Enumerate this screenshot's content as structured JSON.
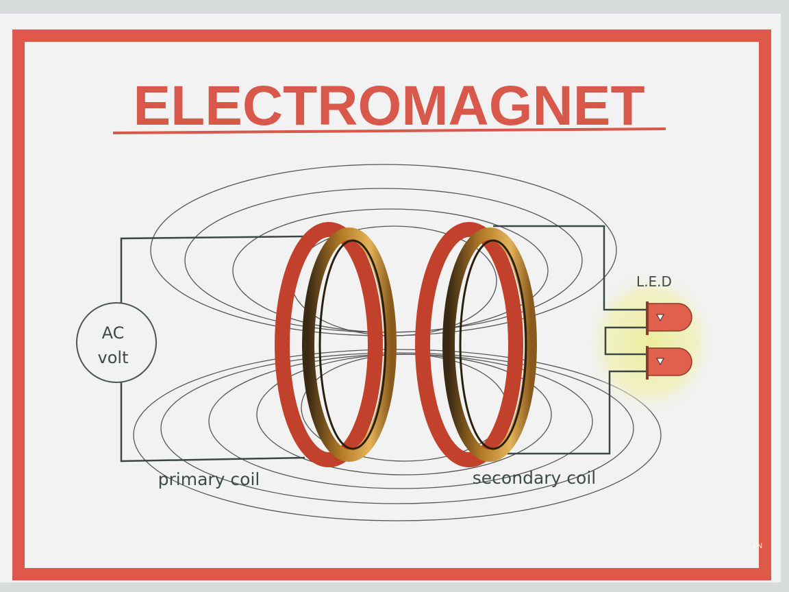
{
  "title": "ELECTROMAGNET",
  "source_label": {
    "line1": "AC",
    "line2": "volt"
  },
  "led_label": "L.E.D",
  "primary_label": "primary coil",
  "secondary_label": "secondary coil",
  "corner_mark": "LN",
  "colors": {
    "frame": "#e0584a",
    "title": "#d9584c",
    "coil": "#c2412c",
    "coil_inner": "#c9932f",
    "led": "#e0604c",
    "glow": "#f1f0b0",
    "wire": "#3a4644"
  }
}
